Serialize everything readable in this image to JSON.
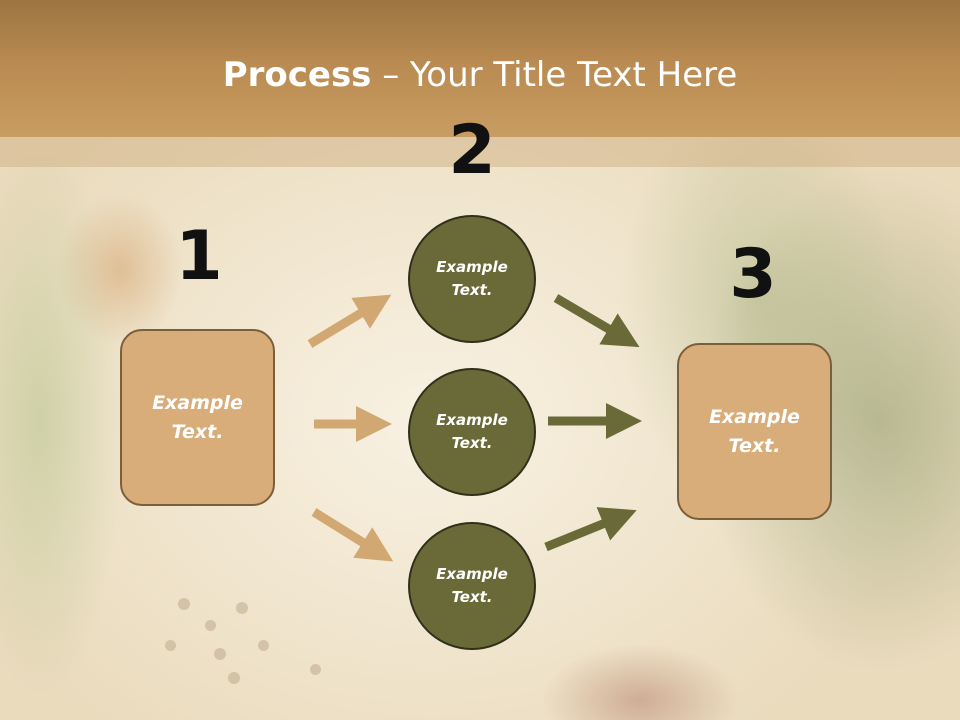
{
  "title": {
    "bold": "Process",
    "rest": " – Your Title Text Here"
  },
  "steps": {
    "one": "1",
    "two": "2",
    "three": "3"
  },
  "left_box": {
    "line1": "Example",
    "line2": "Text."
  },
  "circles": [
    {
      "line1": "Example",
      "line2": "Text."
    },
    {
      "line1": "Example",
      "line2": "Text."
    },
    {
      "line1": "Example",
      "line2": "Text."
    }
  ],
  "right_box": {
    "line1": "Example",
    "line2": "Text."
  },
  "colors": {
    "header": "#b98a51",
    "box": "#d8ad7a",
    "circle": "#6a6a38",
    "arrow_light": "#d1a872",
    "arrow_dark": "#6a6a38"
  }
}
